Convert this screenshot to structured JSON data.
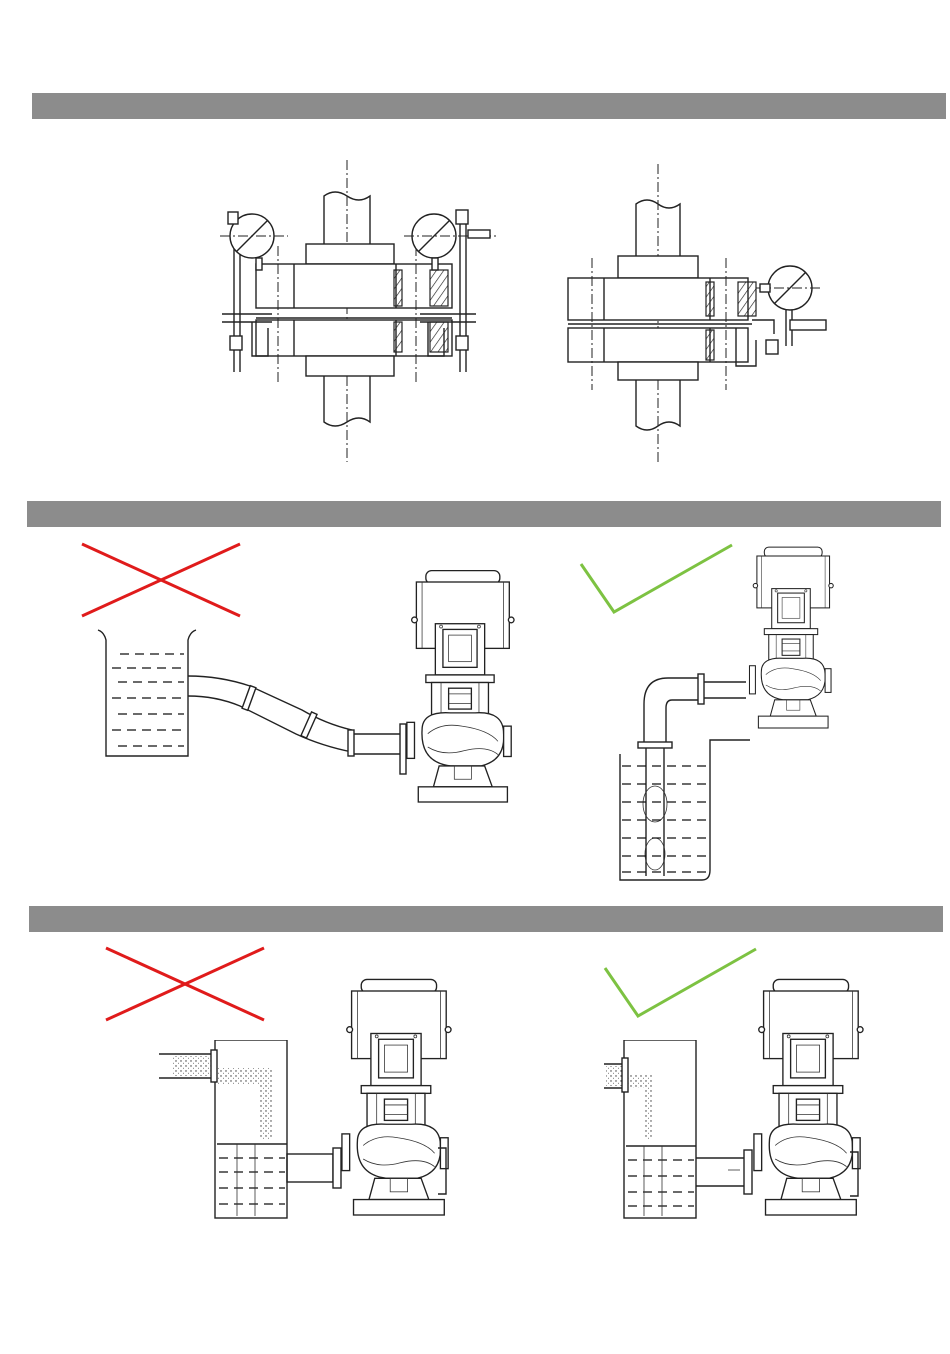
{
  "sections": [
    {
      "id": "alignment-check"
    },
    {
      "id": "suction-pipe-slope"
    },
    {
      "id": "suction-inlet-air"
    }
  ],
  "colors": {
    "section_bar": "#8c8c8c",
    "wrong_mark": "#e01b1b",
    "right_mark": "#7dc242",
    "line": "#222222"
  },
  "icons": {
    "wrong": "red-cross-icon",
    "right": "green-check-icon"
  }
}
